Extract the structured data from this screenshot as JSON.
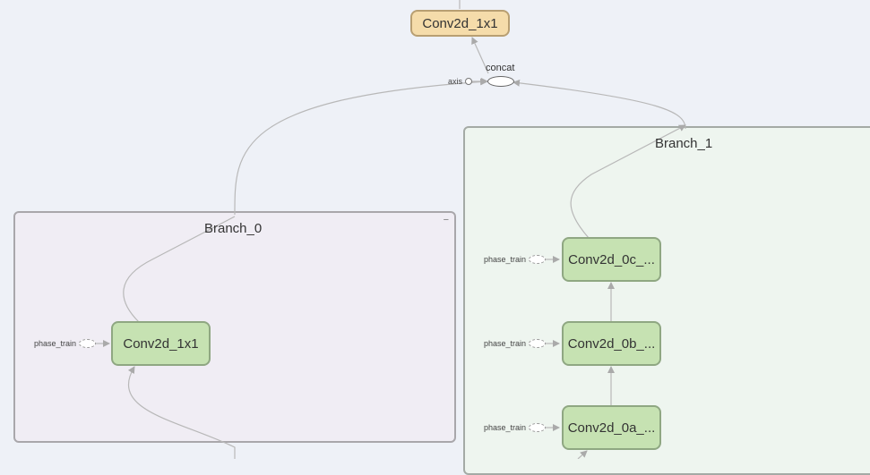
{
  "nodes": {
    "top_conv": "Conv2d_1x1",
    "concat": "concat",
    "axis": "axis"
  },
  "branch0": {
    "title": "Branch_0",
    "collapse": "−",
    "conv": "Conv2d_1x1",
    "phase_train": "phase_train"
  },
  "branch1": {
    "title": "Branch_1",
    "conv_c": "Conv2d_0c_...",
    "conv_b": "Conv2d_0b_...",
    "conv_a": "Conv2d_0a_...",
    "phase_train_c": "phase_train",
    "phase_train_b": "phase_train",
    "phase_train_a": "phase_train"
  },
  "colors": {
    "background": "#eef1f7",
    "op_node_fill": "#c6e2b2",
    "op_node_border": "#8fa782",
    "highlight_node_fill": "#f5dcaa",
    "highlight_node_border": "#b89f72",
    "branch0_fill": "#f0edf4",
    "branch1_fill": "#eef5ef",
    "edge": "#b0b0b0"
  }
}
